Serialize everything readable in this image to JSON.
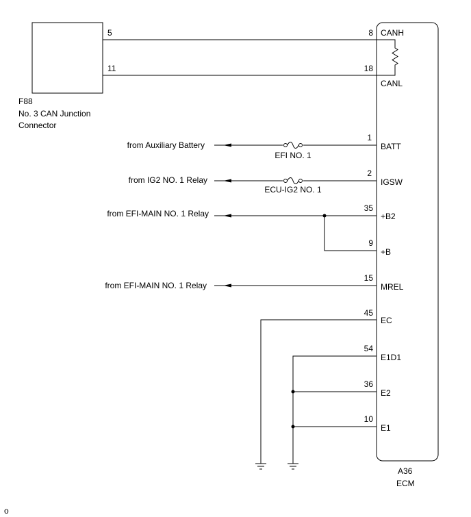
{
  "connector_f88": {
    "code": "F88",
    "name_line1": "No. 3 CAN Junction",
    "name_line2": "Connector",
    "pins": [
      {
        "number": "5"
      },
      {
        "number": "11"
      }
    ]
  },
  "ecm": {
    "code": "A36",
    "name": "ECM",
    "pins": [
      {
        "number": "8",
        "label": "CANH"
      },
      {
        "number": "18",
        "label": "CANL"
      },
      {
        "number": "1",
        "label": "BATT"
      },
      {
        "number": "2",
        "label": "IGSW"
      },
      {
        "number": "35",
        "label": "+B2"
      },
      {
        "number": "9",
        "label": "+B"
      },
      {
        "number": "15",
        "label": "MREL"
      },
      {
        "number": "45",
        "label": "EC"
      },
      {
        "number": "54",
        "label": "E1D1"
      },
      {
        "number": "36",
        "label": "E2"
      },
      {
        "number": "10",
        "label": "E1"
      }
    ]
  },
  "sources": [
    {
      "label": "from Auxiliary Battery"
    },
    {
      "label": "from IG2 NO. 1 Relay"
    },
    {
      "label": "from EFI-MAIN NO. 1 Relay"
    },
    {
      "label": "from EFI-MAIN NO. 1 Relay"
    }
  ],
  "fuses": [
    {
      "label": "EFI NO. 1"
    },
    {
      "label": "ECU-IG2 NO. 1"
    }
  ],
  "corner_mark": "o"
}
